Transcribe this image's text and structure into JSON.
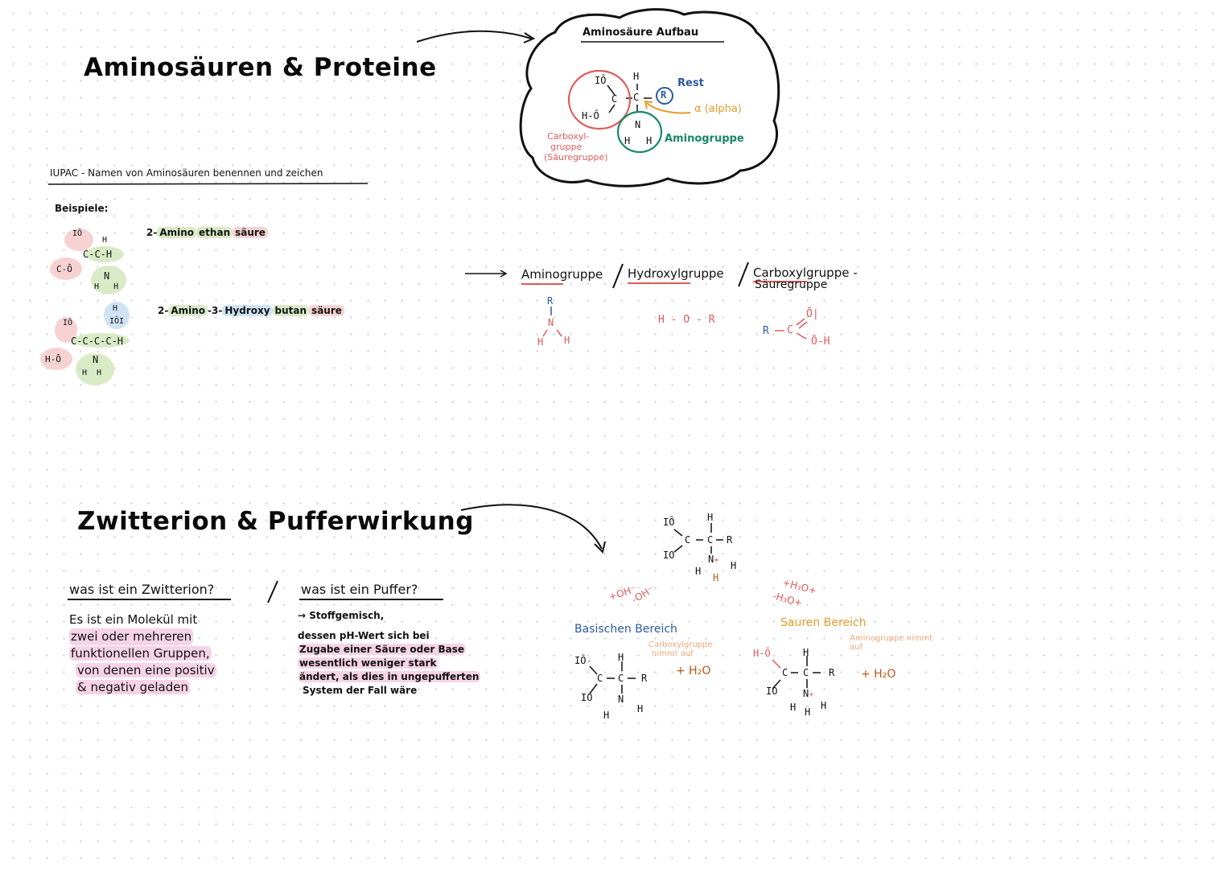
{
  "section1": {
    "title": "Aminosäuren & Proteine",
    "aufbau": {
      "heading": "Aminosäure Aufbau",
      "rest": "Rest",
      "alpha": "α (alpha)",
      "carboxyl_1": "Carboxyl-",
      "carboxyl_2": "gruppe",
      "carboxyl_3": "(Säuregruppe)",
      "amino": "Aminogruppe",
      "r_symbol": "R"
    },
    "iupac_heading": "IUPAC - Namen von Aminosäuren benennen und zeichen",
    "beispiele": "Beispiele:",
    "example1": {
      "part_a": "2-",
      "part_b": "Amino",
      "part_c": "ethan",
      "part_d": "säure"
    },
    "example2": {
      "part_a": "2-",
      "part_b": "Amino",
      "part_c": "-3-",
      "part_d": "Hydroxy",
      "part_e": "butan",
      "part_f": "säure"
    },
    "groups": {
      "amino": "Aminogruppe",
      "hydroxyl": "Hydroxylgruppe",
      "carboxyl": "Carboxylgruppe -",
      "carboxyl_sub": "Säuregruppe",
      "hydroxyl_formula": "H - O - R",
      "r": "R"
    }
  },
  "section2": {
    "title": "Zwitterion & Pufferwirkung",
    "q1": "was ist ein Zwitterion?",
    "q2": "was ist ein Puffer?",
    "answer1": [
      "Es ist ein Molekül mit",
      "zwei oder mehreren",
      "funktionellen Gruppen,",
      "von denen eine positiv",
      "& negativ geladen"
    ],
    "answer2": [
      "→ Stoffgemisch,",
      "dessen pH-Wert sich bei",
      "Zugabe einer Säure oder Base",
      "wesentlich weniger stark",
      "ändert, als dies in ungepufferten",
      "System der Fall wäre"
    ],
    "oh_1": "+OH⁻",
    "oh_2": "-OH⁻",
    "h3o_1": "+H₃O+",
    "h3o_2": "-H₃O+",
    "basic": "Basischen Bereich",
    "acidic": "Sauren Bereich",
    "carboxyl_note_1": "Carboxylgruppe",
    "carboxyl_note_2": "nimmt auf",
    "amino_note_1": "Aminogruppe nimmt",
    "amino_note_2": "auf",
    "water": "+ H₂O"
  },
  "colors": {
    "red": "#e05a5a",
    "blue": "#2c5aa0",
    "green": "#17876a",
    "orange": "#e79a2c",
    "brown": "#b85a17",
    "highlight_green": "#d9ebc6",
    "highlight_red": "#f7d2d2",
    "highlight_blue": "#cfe3f5",
    "highlight_pink": "#f6d3e6"
  }
}
